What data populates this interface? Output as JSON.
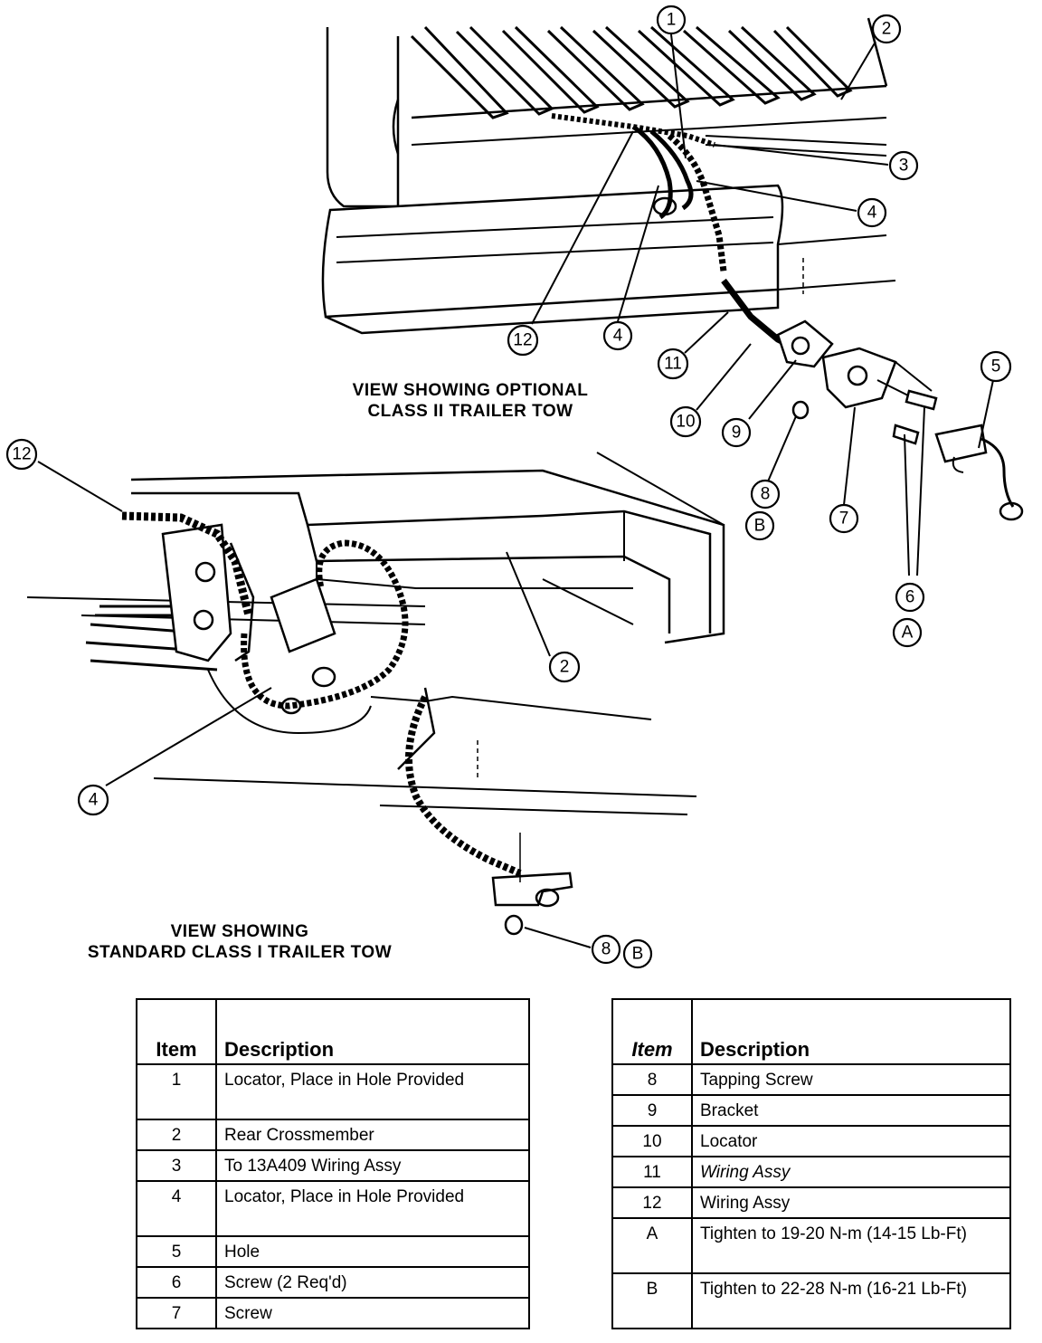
{
  "captions": {
    "optional": [
      "VIEW SHOWING OPTIONAL",
      "CLASS II TRAILER TOW"
    ],
    "standard": [
      "VIEW SHOWING",
      "STANDARD CLASS I TRAILER TOW"
    ]
  },
  "callouts": {
    "c1": "1",
    "c2a": "2",
    "c3": "3",
    "c4a": "4",
    "c4b": "4",
    "c12a": "12",
    "c11": "11",
    "c10": "10",
    "c9": "9",
    "c8a": "8",
    "cBa": "B",
    "c7": "7",
    "c6": "6",
    "cA": "A",
    "c5": "5",
    "c12b": "12",
    "c2b": "2",
    "c4c": "4",
    "c8b": "8",
    "cBb": "B"
  },
  "table_left": {
    "header_item": "Item",
    "header_desc": "Description",
    "rows": [
      {
        "item": "1",
        "desc": "Locator, Place in Hole Provided"
      },
      {
        "item": "2",
        "desc": "Rear Crossmember"
      },
      {
        "item": "3",
        "desc": "To 13A409 Wiring Assy"
      },
      {
        "item": "4",
        "desc": "Locator, Place in Hole Provided"
      },
      {
        "item": "5",
        "desc": "Hole"
      },
      {
        "item": "6",
        "desc": "Screw (2 Req'd)"
      },
      {
        "item": "7",
        "desc": "Screw"
      }
    ]
  },
  "table_right": {
    "header_item": "Item",
    "header_desc": "Description",
    "rows": [
      {
        "item": "8",
        "desc": "Tapping Screw"
      },
      {
        "item": "9",
        "desc": "Bracket"
      },
      {
        "item": "10",
        "desc": "Locator"
      },
      {
        "item": "11",
        "desc": "Wiring Assy"
      },
      {
        "item": "12",
        "desc": "Wiring Assy"
      },
      {
        "item": "A",
        "desc": "Tighten to 19-20 N-m (14-15 Lb-Ft)"
      },
      {
        "item": "B",
        "desc": "Tighten to 22-28 N-m (16-21 Lb-Ft)"
      }
    ]
  }
}
